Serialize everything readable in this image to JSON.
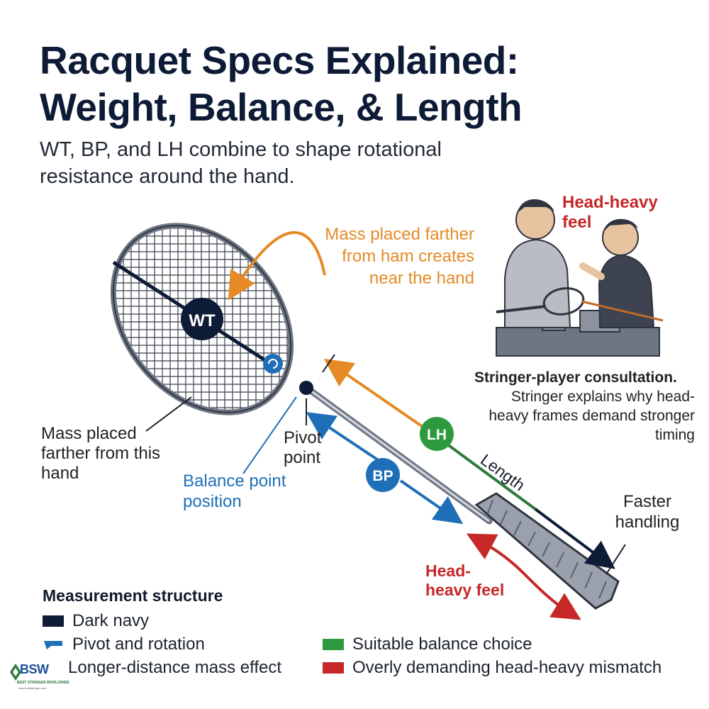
{
  "header": {
    "title_line1": "Racquet Specs Explained:",
    "title_line2": "Weight, Balance, & Length",
    "subtitle": "WT, BP, and LH combine to shape rotational resistance around the hand."
  },
  "annotations": {
    "mass_farther_orange": "Mass placed farther from ham creates near the hand",
    "head_heavy_top": "Head-heavy feel",
    "wt_badge": "WT",
    "lh_badge": "LH",
    "bp_badge": "BP",
    "length": "Length",
    "pivot_point": "Pivot point",
    "balance_point": "Balance point position",
    "mass_farther_hand": "Mass placed farther from this hand",
    "faster_handling": "Faster handling",
    "head_heavy_bottom": "Head-heavy feel"
  },
  "consultation": {
    "title": "Stringer-player consultation.",
    "body": "Stringer explains why head-heavy frames demand stronger timing"
  },
  "legend": {
    "title": "Measurement structure",
    "items": [
      {
        "label": "Dark navy",
        "color": "#0d1b36",
        "shape": "bar"
      },
      {
        "label": "Pivot and rotation",
        "color": "#1f6fb8",
        "shape": "arrow"
      },
      {
        "label": "Longer-distance mass effect",
        "color": "",
        "shape": "none"
      },
      {
        "label": "Suitable balance choice",
        "color": "#2e9a3e",
        "shape": "bar"
      },
      {
        "label": "Overly demanding head-heavy mismatch",
        "color": "#c62828",
        "shape": "bar"
      }
    ]
  },
  "logo": {
    "text": "BSW",
    "sub": "BEST STRINGER WORLDWIDE",
    "url": "www.beststringer.com"
  },
  "colors": {
    "navy": "#0d1b36",
    "orange": "#e58a25",
    "blue": "#1f6fb8",
    "green": "#2e9a3e",
    "red": "#c62828"
  }
}
